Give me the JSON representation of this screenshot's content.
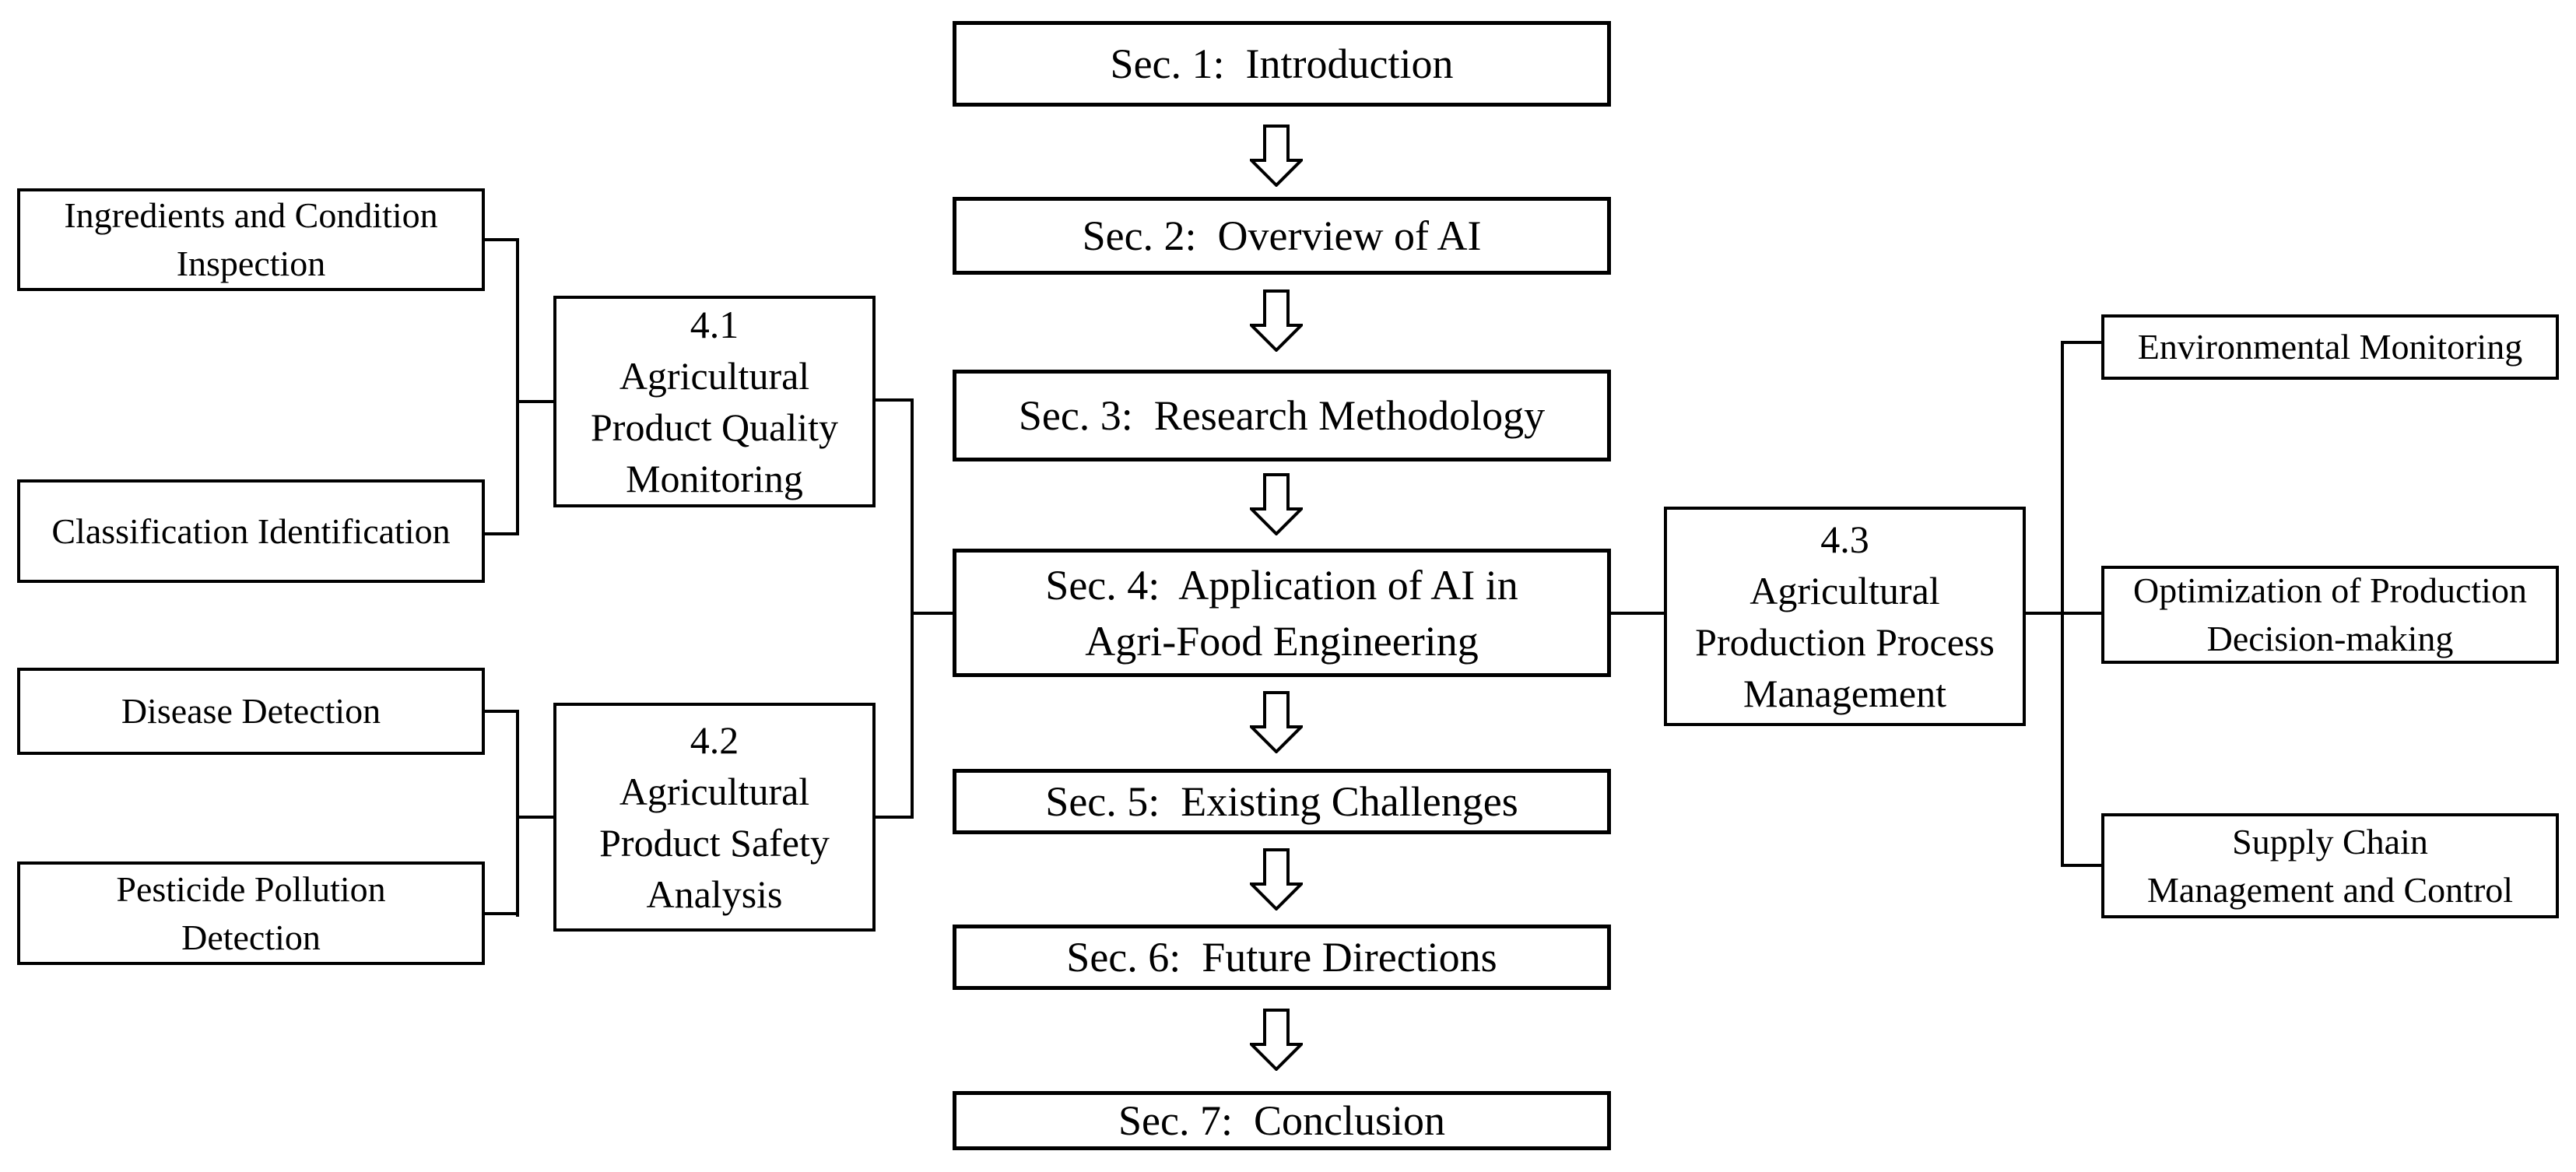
{
  "colors": {
    "background": "#ffffff",
    "box_fill": "#ffffff",
    "box_border": "#000000",
    "text": "#000000",
    "connector": "#000000"
  },
  "icons": {
    "flow_arrow": "hollow-down-block-arrow"
  },
  "center_flow": {
    "items": [
      {
        "id": "sec1",
        "label": "Sec. 1:  Introduction"
      },
      {
        "id": "sec2",
        "label": "Sec. 2:  Overview of AI"
      },
      {
        "id": "sec3",
        "label": "Sec. 3:  Research Methodology"
      },
      {
        "id": "sec4",
        "label": "Sec. 4:  Application of AI in\nAgri-Food Engineering"
      },
      {
        "id": "sec5",
        "label": "Sec. 5:  Existing Challenges"
      },
      {
        "id": "sec6",
        "label": "Sec. 6:  Future Directions"
      },
      {
        "id": "sec7",
        "label": "Sec. 7:  Conclusion"
      }
    ]
  },
  "left_groups": [
    {
      "group_label": "4.1\nAgricultural\nProduct Quality\nMonitoring",
      "children": [
        "Ingredients and Condition\nInspection",
        "Classification Identification"
      ]
    },
    {
      "group_label": "4.2\nAgricultural\nProduct Safety\nAnalysis",
      "children": [
        "Disease Detection",
        "Pesticide Pollution\nDetection"
      ]
    }
  ],
  "right_group": {
    "group_label": "4.3\nAgricultural\nProduction Process\nManagement",
    "children": [
      "Environmental Monitoring",
      "Optimization of Production\nDecision-making",
      "Supply Chain\nManagement and Control"
    ]
  }
}
